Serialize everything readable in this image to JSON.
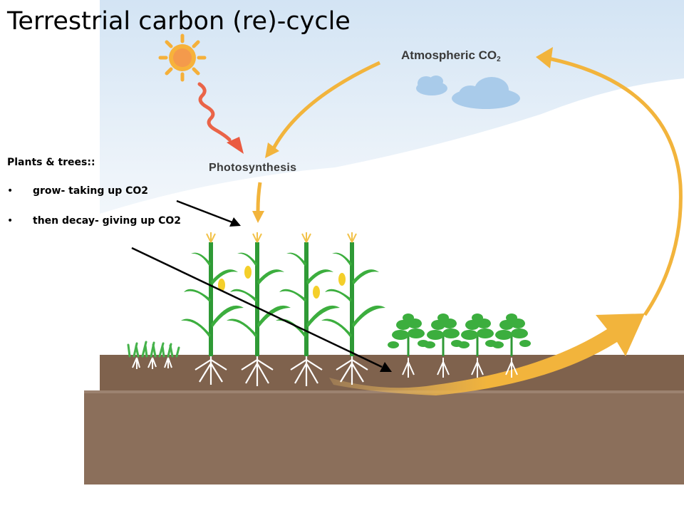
{
  "title": "Terrestrial carbon (re)-cycle",
  "labels": {
    "atmospheric_co2_main": "Atmospheric CO",
    "atmospheric_co2_sub": "2",
    "photosynthesis": "Photosynthesis"
  },
  "notes": {
    "heading": "Plants & trees::",
    "bullets": [
      "grow- taking up CO2",
      "then decay- giving up CO2"
    ]
  },
  "colors": {
    "cycle_arrow": "#f2b43c",
    "sun": "#f6a623",
    "sun_ray": "#e8573f",
    "soil": "#8b6e59",
    "plant": "#3aa63a",
    "sky": "#dbe9f6",
    "cloud": "#aaccea"
  }
}
